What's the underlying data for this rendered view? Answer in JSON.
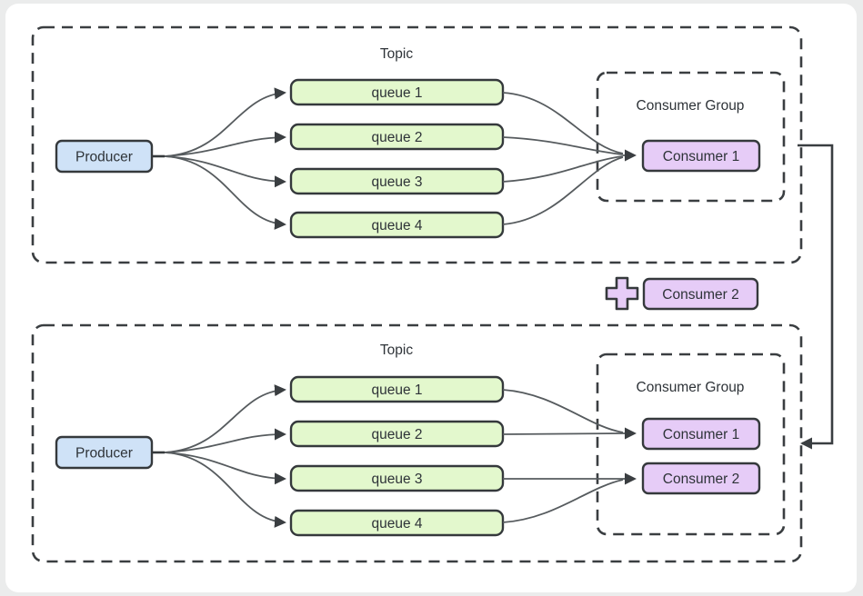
{
  "colors": {
    "background": "#ebecec",
    "card": "#ffffff",
    "producer_fill": "#cfe2f7",
    "queue_fill": "#e3f8cd",
    "consumer_fill": "#e6ccf7",
    "plus_fill": "#e6ccf7",
    "border": "#35393c",
    "connector": "#565b5e",
    "text": "#2e3338"
  },
  "diagram_top": {
    "topic_label": "Topic",
    "producer_label": "Producer",
    "queues": [
      "queue 1",
      "queue 2",
      "queue 3",
      "queue 4"
    ],
    "consumer_group_label": "Consumer Group",
    "consumers": [
      "Consumer 1"
    ]
  },
  "middle": {
    "added_consumer_label": "Consumer 2",
    "plus_icon_name": "plus-icon"
  },
  "diagram_bottom": {
    "topic_label": "Topic",
    "producer_label": "Producer",
    "queues": [
      "queue 1",
      "queue 2",
      "queue 3",
      "queue 4"
    ],
    "consumer_group_label": "Consumer Group",
    "consumers": [
      "Consumer 1",
      "Consumer 2"
    ]
  }
}
